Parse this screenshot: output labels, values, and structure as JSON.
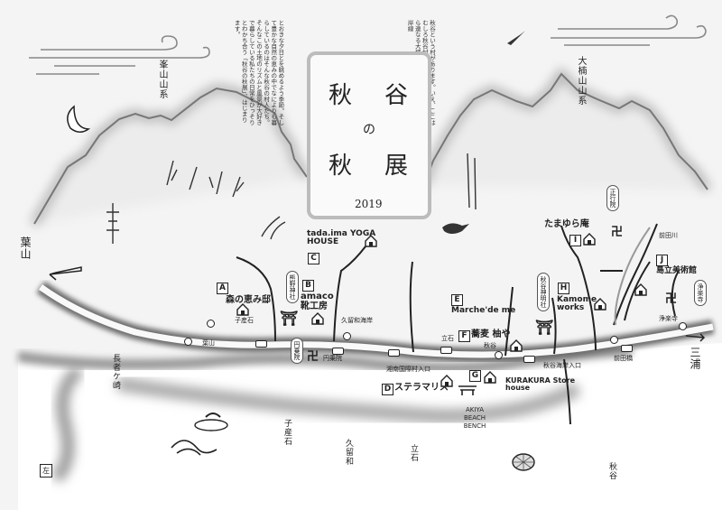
{
  "title": {
    "line1": [
      "秋",
      "谷"
    ],
    "no": "の",
    "line2": [
      "秋",
      "展"
    ],
    "year": "2019"
  },
  "intro_right": "秋谷という村があります。いえ、ここはむしろ秋谷村と呼びたい処・・。峯山から連なる大楠山系の恵み。やわらかな海岸線",
  "intro_left": "とおきな夕日とを眺めるよう季節。そして豊かな自然の恵みの中でなによりも暮らしているのはそんな秋谷の村人たち。そんなこの土地のリズムと風景が大好きで暮らしている私たちの日常をひっそりとわかち合う「秋谷の秋展」、はじまります。",
  "mountains": {
    "west": "峯山山系",
    "east": "大楠山山系"
  },
  "directions": {
    "left": "葉山",
    "right": "三浦"
  },
  "shops": [
    {
      "key": "A",
      "name": "森の恵み邸"
    },
    {
      "key": "B",
      "name": "amaco 靴工房"
    },
    {
      "key": "C",
      "name": "tada.ima YOGA HOUSE"
    },
    {
      "key": "D",
      "name": "ステラマリス"
    },
    {
      "key": "E",
      "name": "Marche'de me"
    },
    {
      "key": "F",
      "name": "蕎麦 柚や"
    },
    {
      "key": "G",
      "name": "KURAKURA Store house"
    },
    {
      "key": "H",
      "name": "Kamome works"
    },
    {
      "key": "I",
      "name": "たまゆら庵"
    },
    {
      "key": "J",
      "name": "島立美術館"
    }
  ],
  "places": {
    "kusano_shrine": "熊野神社",
    "enjo_in": "円乗院",
    "shinmei": "秋谷神明社",
    "shoho_in": "正行院",
    "jorakuji": "浄楽寺",
    "akiya_beach": "AKIYA BEACH BENCH"
  },
  "stops": {
    "hayama": "葉山",
    "shimoishi": "子産石",
    "kurawa_kaigan": "久留和海岸",
    "enjoin_stop": "円乗院",
    "shonan_kokusai": "湘南国際村入口",
    "tateishi": "立石",
    "akiya": "秋谷",
    "akiya_kaigan": "秋谷海岸入口",
    "maedabashi": "前田橋",
    "maedagawa": "前田川",
    "jorakuji_stop": "浄楽寺"
  },
  "coast": {
    "nagasaki": "長者ケ崎",
    "shimoishi": "子産石",
    "kurawa": "久留和",
    "tateishi": "立石",
    "akiya": "秋谷"
  },
  "corner": "左"
}
